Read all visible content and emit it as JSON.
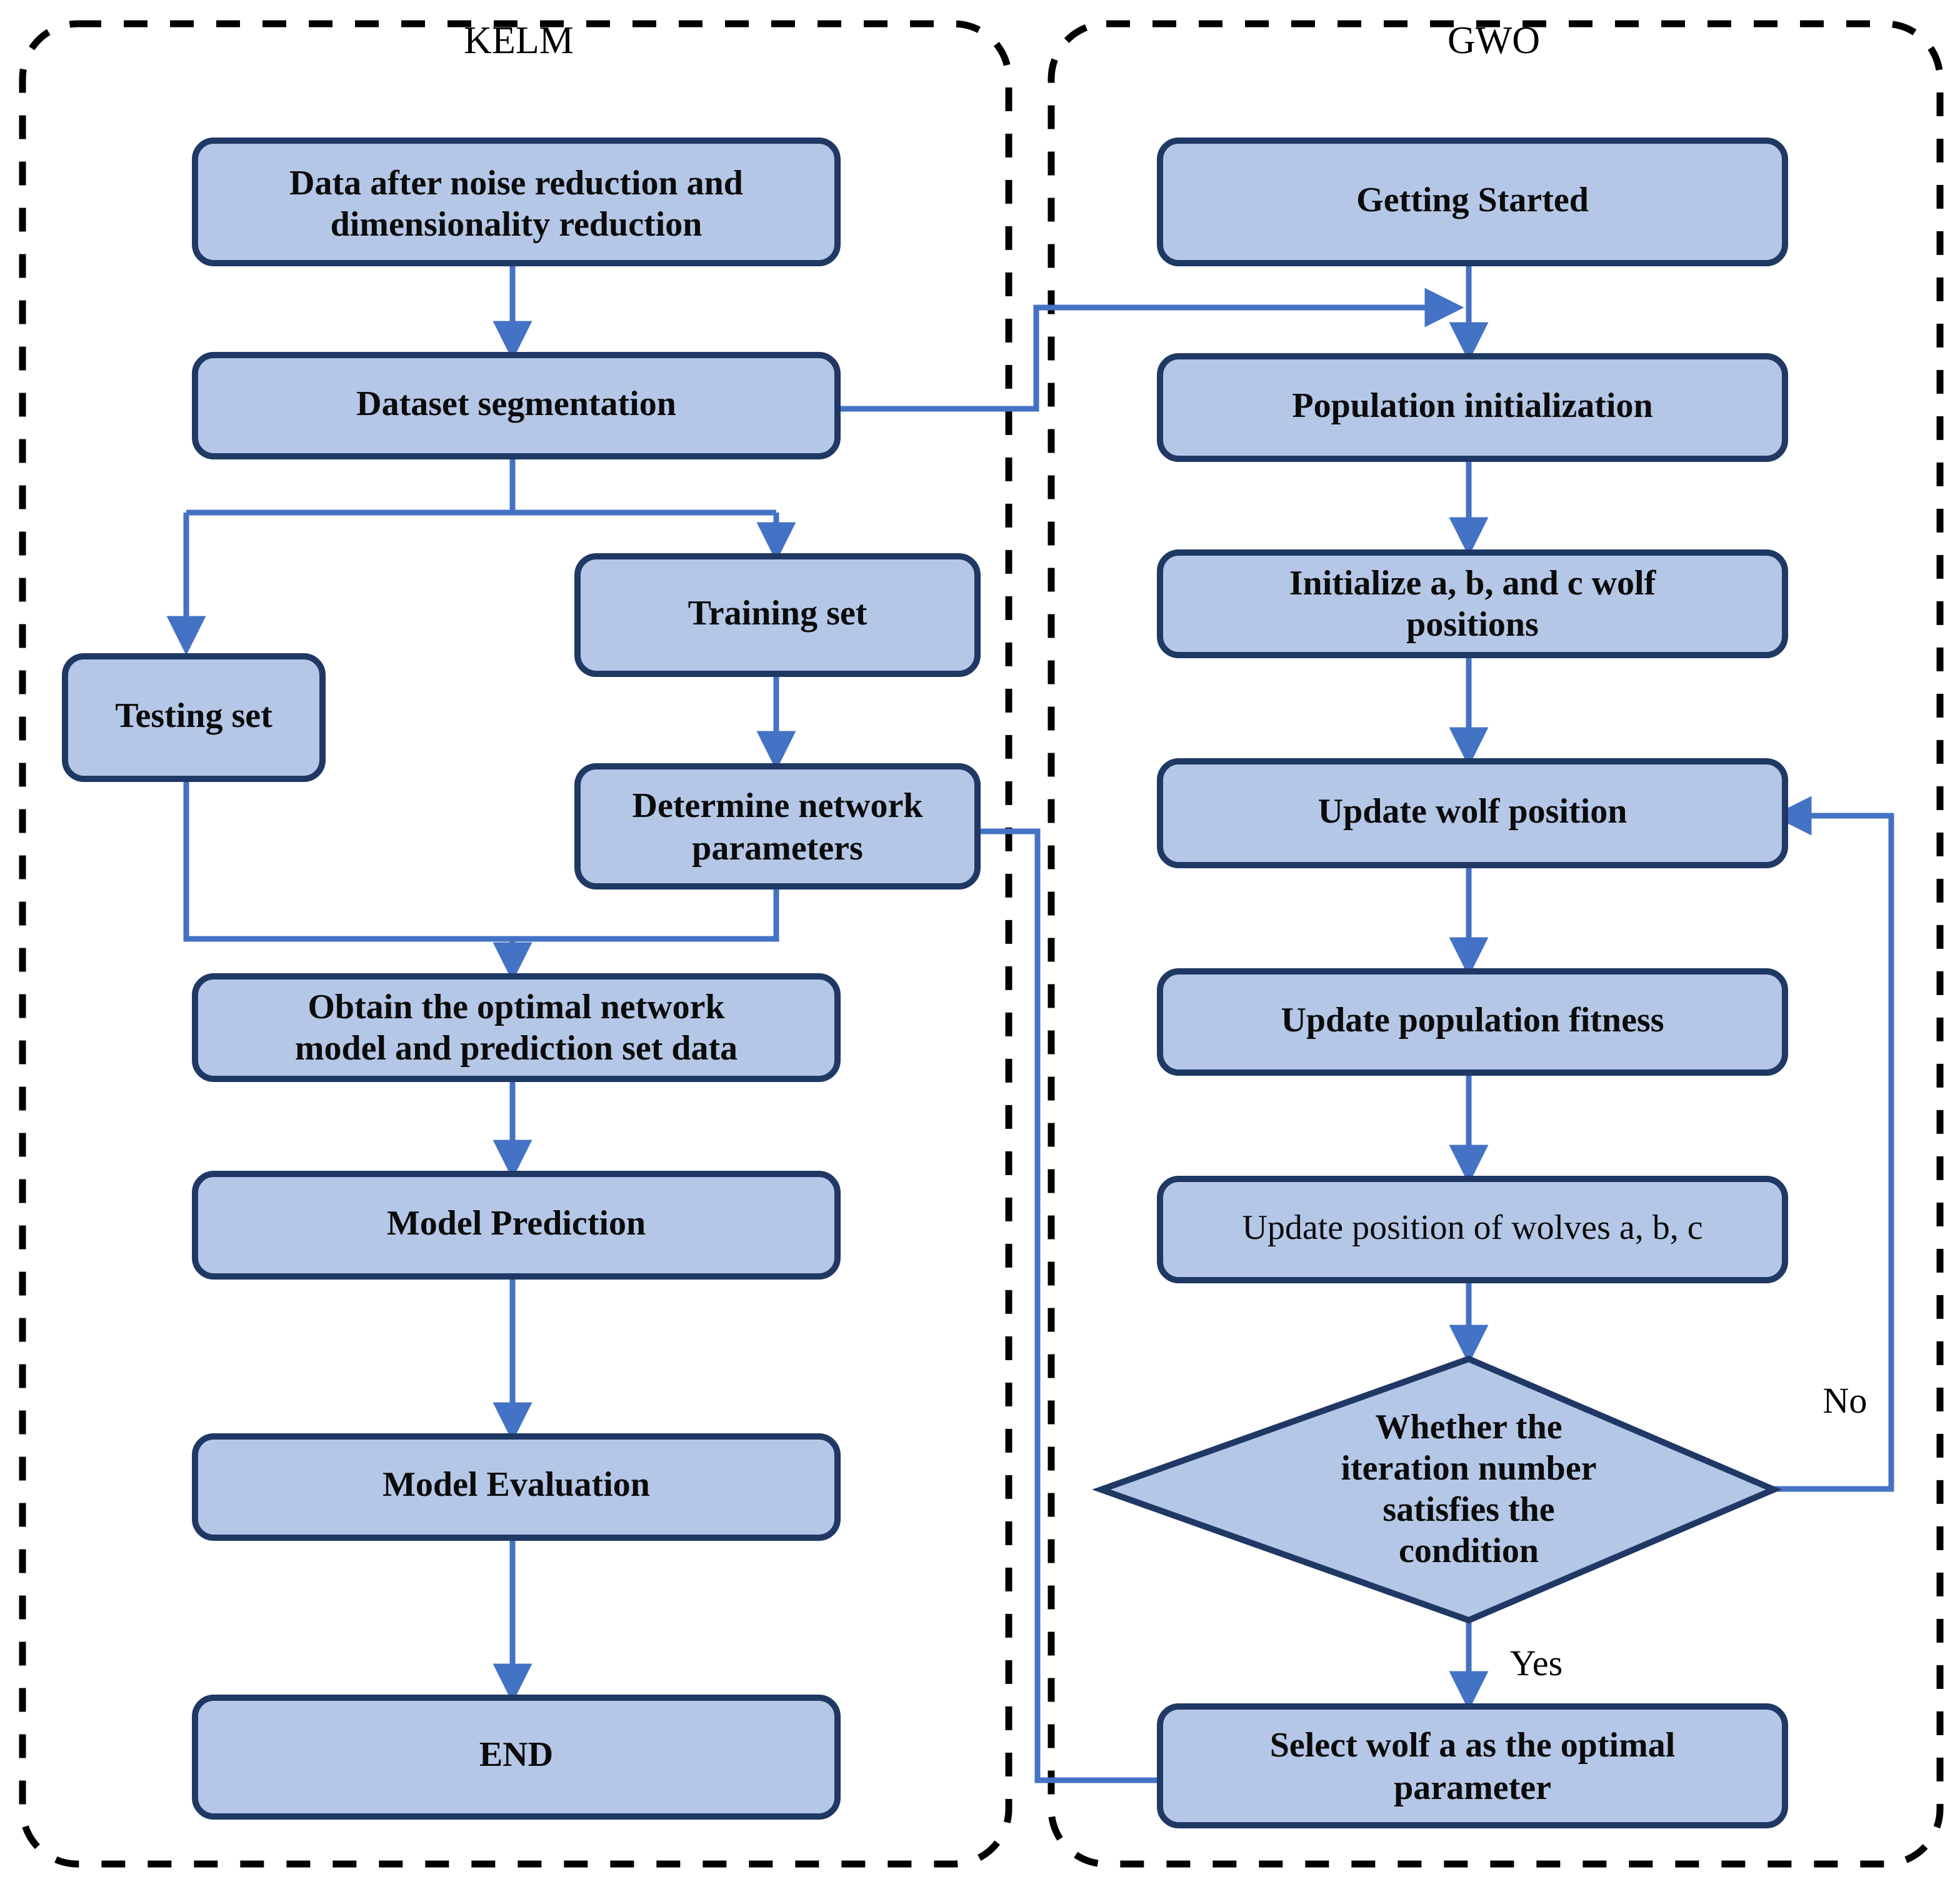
{
  "diagram": {
    "type": "flowchart",
    "title": "KELM and GWO hybrid model flowchart",
    "colors": {
      "node_fill": "#b4c7e7",
      "node_border": "#1f3864",
      "edge": "#4472c4",
      "panel_border": "#000000",
      "text": "#000000",
      "background": "#ffffff"
    },
    "panels": [
      {
        "id": "kelm",
        "title": "KELM"
      },
      {
        "id": "gwo",
        "title": "GWO"
      }
    ],
    "nodes": [
      {
        "id": "n1",
        "panel": "kelm",
        "shape": "rounded-rect",
        "lines": [
          "Data after noise reduction and",
          "dimensionality reduction"
        ]
      },
      {
        "id": "n2",
        "panel": "kelm",
        "shape": "rounded-rect",
        "lines": [
          "Dataset segmentation"
        ]
      },
      {
        "id": "n3",
        "panel": "kelm",
        "shape": "rounded-rect",
        "lines": [
          "Training set"
        ]
      },
      {
        "id": "n4",
        "panel": "kelm",
        "shape": "rounded-rect",
        "lines": [
          "Testing set"
        ]
      },
      {
        "id": "n5",
        "panel": "kelm",
        "shape": "rounded-rect",
        "lines": [
          "Determine network",
          "parameters"
        ]
      },
      {
        "id": "n6",
        "panel": "kelm",
        "shape": "rounded-rect",
        "lines": [
          "Obtain the optimal network",
          "model and prediction set data"
        ]
      },
      {
        "id": "n7",
        "panel": "kelm",
        "shape": "rounded-rect",
        "lines": [
          "Model Prediction"
        ]
      },
      {
        "id": "n8",
        "panel": "kelm",
        "shape": "rounded-rect",
        "lines": [
          "Model Evaluation"
        ]
      },
      {
        "id": "n9",
        "panel": "kelm",
        "shape": "rounded-rect",
        "lines": [
          "END"
        ]
      },
      {
        "id": "g1",
        "panel": "gwo",
        "shape": "rounded-rect",
        "lines": [
          "Getting Started"
        ]
      },
      {
        "id": "g2",
        "panel": "gwo",
        "shape": "rounded-rect",
        "lines": [
          "Population initialization"
        ]
      },
      {
        "id": "g3",
        "panel": "gwo",
        "shape": "rounded-rect",
        "lines": [
          "Initialize a, b, and c wolf",
          "positions"
        ]
      },
      {
        "id": "g4",
        "panel": "gwo",
        "shape": "rounded-rect",
        "lines": [
          "Update wolf position"
        ]
      },
      {
        "id": "g5",
        "panel": "gwo",
        "shape": "rounded-rect",
        "lines": [
          "Update population fitness"
        ]
      },
      {
        "id": "g6",
        "panel": "gwo",
        "shape": "rounded-rect",
        "lines": [
          "Update position of wolves a, b, c"
        ]
      },
      {
        "id": "g7",
        "panel": "gwo",
        "shape": "diamond",
        "lines": [
          "Whether the",
          "iteration number",
          "satisfies the",
          "condition"
        ]
      },
      {
        "id": "g8",
        "panel": "gwo",
        "shape": "rounded-rect",
        "lines": [
          "Select wolf a as the optimal",
          "parameter"
        ]
      }
    ],
    "edges": [
      {
        "from": "n1",
        "to": "n2",
        "label": ""
      },
      {
        "from": "n2",
        "to": "n4",
        "label": ""
      },
      {
        "from": "n2",
        "to": "n3",
        "label": ""
      },
      {
        "from": "n3",
        "to": "n5",
        "label": ""
      },
      {
        "from": "n4",
        "to": "n6",
        "label": ""
      },
      {
        "from": "n5",
        "to": "n6",
        "label": ""
      },
      {
        "from": "n6",
        "to": "n7",
        "label": ""
      },
      {
        "from": "n7",
        "to": "n8",
        "label": ""
      },
      {
        "from": "n8",
        "to": "n9",
        "label": ""
      },
      {
        "from": "n2",
        "to": "g2",
        "label": ""
      },
      {
        "from": "g1",
        "to": "g2",
        "label": ""
      },
      {
        "from": "g2",
        "to": "g3",
        "label": ""
      },
      {
        "from": "g3",
        "to": "g4",
        "label": ""
      },
      {
        "from": "g4",
        "to": "g5",
        "label": ""
      },
      {
        "from": "g5",
        "to": "g6",
        "label": ""
      },
      {
        "from": "g6",
        "to": "g7",
        "label": ""
      },
      {
        "from": "g7",
        "to": "g4",
        "label": "No"
      },
      {
        "from": "g7",
        "to": "g8",
        "label": "Yes"
      },
      {
        "from": "g8",
        "to": "n5",
        "label": ""
      }
    ],
    "edge_labels": {
      "no": "No",
      "yes": "Yes"
    }
  }
}
